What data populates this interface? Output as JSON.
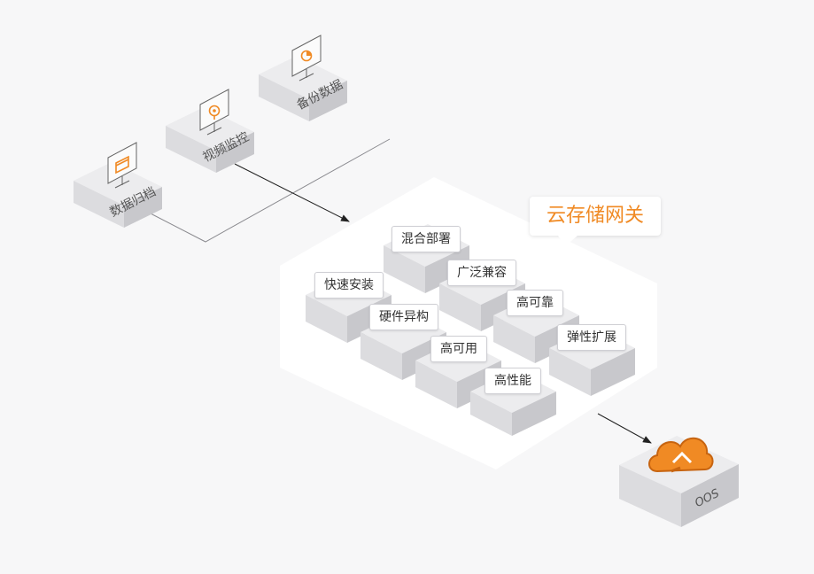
{
  "gateway": {
    "title": "云存储网关"
  },
  "sources": [
    {
      "label": "数据归档",
      "icon": "folder-icon"
    },
    {
      "label": "视频监控",
      "icon": "camera-icon"
    },
    {
      "label": "备份数据",
      "icon": "pie-chart-icon"
    }
  ],
  "features": [
    {
      "label": "混合部署"
    },
    {
      "label": "广泛兼容"
    },
    {
      "label": "快速安装"
    },
    {
      "label": "高可靠"
    },
    {
      "label": "硬件异构"
    },
    {
      "label": "弹性扩展"
    },
    {
      "label": "高可用"
    },
    {
      "label": "高性能"
    }
  ],
  "target": {
    "label": "OOS",
    "icon": "cloud-sync-icon"
  },
  "colors": {
    "accent": "#f08a24",
    "box_top": "#ececee",
    "box_left": "#dcdcdf",
    "box_right": "#c8c8cc",
    "connector": "#8a8a8f"
  }
}
